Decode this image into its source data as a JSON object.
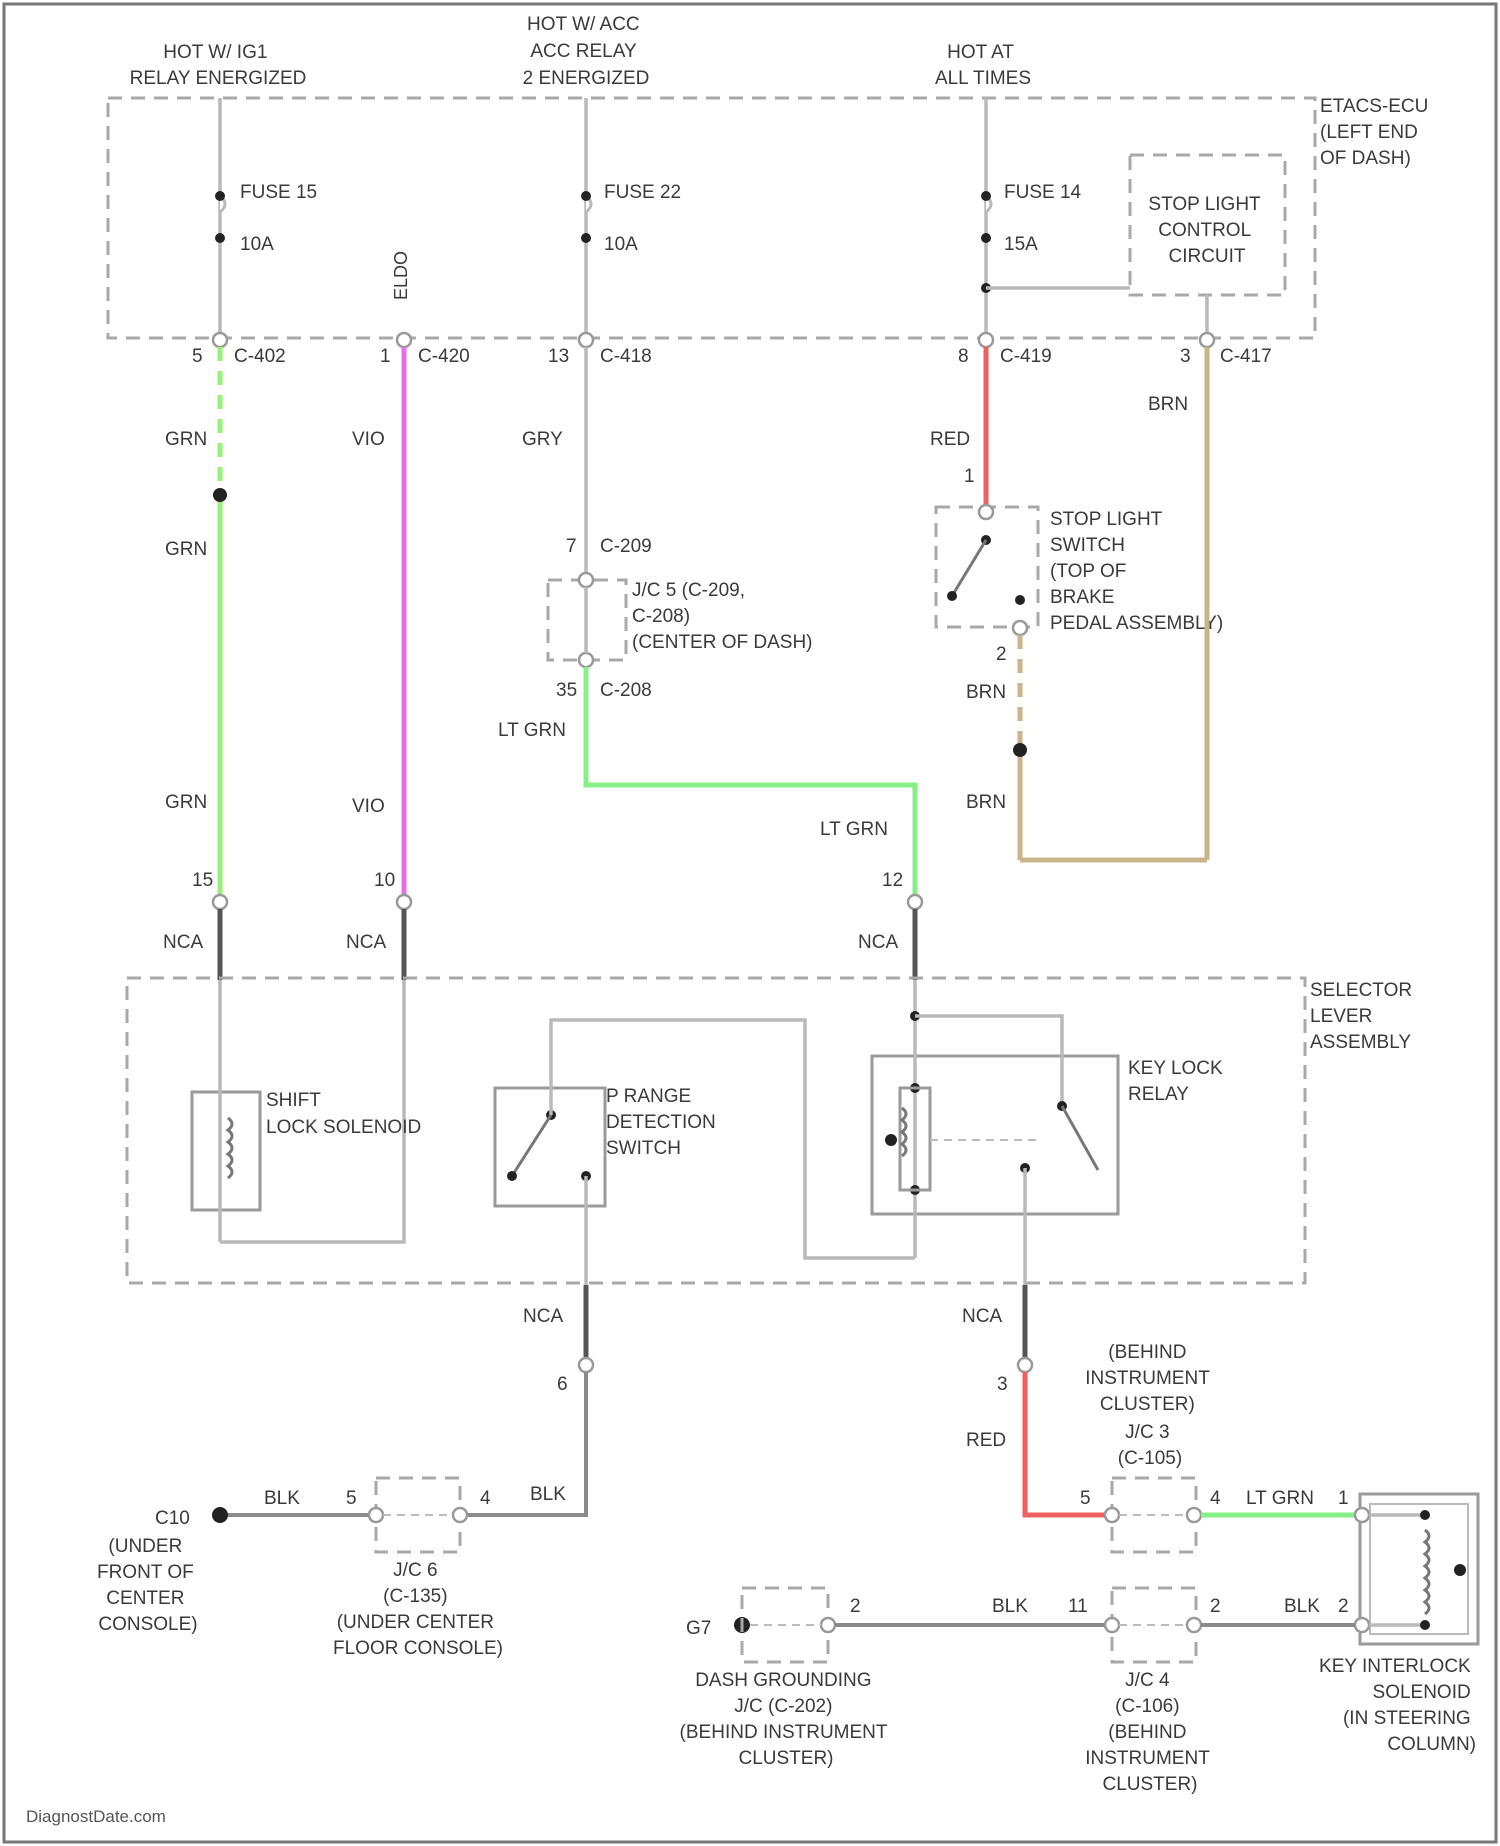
{
  "colors": {
    "grn": "#9bf07a",
    "vio": "#e86ce8",
    "red": "#f06060",
    "brn": "#c9b48c",
    "lt_grn": "#86ef86",
    "gry": "#b9b9b9",
    "blk": "#8a8a8a",
    "nca": "#555555"
  },
  "sources": {
    "ig1": [
      "HOT W/ IG1",
      "RELAY ENERGIZED"
    ],
    "acc": [
      "HOT W/ ACC",
      "ACC RELAY",
      "2 ENERGIZED"
    ],
    "always": [
      "HOT AT",
      "ALL TIMES"
    ]
  },
  "modules": {
    "etacs": [
      "ETACS-ECU",
      "(LEFT END",
      "OF DASH)"
    ],
    "stop_ctrl": [
      "STOP LIGHT",
      "CONTROL",
      "CIRCUIT"
    ],
    "stop_sw": [
      "STOP LIGHT",
      "SWITCH",
      "(TOP OF",
      "BRAKE",
      "PEDAL ASSEMBLY)"
    ],
    "jc5": [
      "J/C 5 (C-209,",
      "C-208)",
      "(CENTER OF DASH)"
    ],
    "selector": [
      "SELECTOR",
      "LEVER",
      "ASSEMBLY"
    ],
    "shift_lock": [
      "SHIFT",
      "LOCK SOLENOID"
    ],
    "p_range": [
      "P RANGE",
      "DETECTION",
      "SWITCH"
    ],
    "key_lock": [
      "KEY LOCK",
      "RELAY"
    ],
    "c10": [
      "(UNDER",
      "FRONT OF",
      "CENTER",
      "CONSOLE)"
    ],
    "jc6": [
      "J/C 6",
      "(C-135)",
      "(UNDER CENTER",
      "FLOOR CONSOLE)"
    ],
    "jc3_top": [
      "(BEHIND",
      "INSTRUMENT",
      "CLUSTER)",
      "J/C 3",
      "(C-105)"
    ],
    "dash_gnd": [
      "DASH GROUNDING",
      "J/C (C-202)",
      "(BEHIND INSTRUMENT",
      "CLUSTER)"
    ],
    "jc4": [
      "J/C 4",
      "(C-106)",
      "(BEHIND",
      "INSTRUMENT",
      "CLUSTER)"
    ],
    "key_interlock": [
      "KEY INTERLOCK",
      "SOLENOID",
      "(IN STEERING",
      "COLUMN)"
    ]
  },
  "fuses": {
    "f15": [
      "FUSE 15",
      "10A"
    ],
    "f22": [
      "FUSE 22",
      "10A"
    ],
    "f14": [
      "FUSE 14",
      "15A"
    ]
  },
  "wires": {
    "grn": "GRN",
    "vio": "VIO",
    "gry": "GRY",
    "red": "RED",
    "brn": "BRN",
    "lt_grn": "LT GRN",
    "nca": "NCA",
    "blk": "BLK"
  },
  "connectors": {
    "c402": "C-402",
    "c420": "C-420",
    "c418": "C-418",
    "c419": "C-419",
    "c417": "C-417",
    "c209": "C-209",
    "c208": "C-208",
    "c10": "C10",
    "g7": "G7",
    "eldo": "ELDO"
  },
  "pins": {
    "p5": "5",
    "p1": "1",
    "p13": "13",
    "p8": "8",
    "p3": "3",
    "p7": "7",
    "p35": "35",
    "p2": "2",
    "p15": "15",
    "p10": "10",
    "p12": "12",
    "p6": "6",
    "p4": "4",
    "p11": "11"
  },
  "watermark": "DiagnostDate.com"
}
